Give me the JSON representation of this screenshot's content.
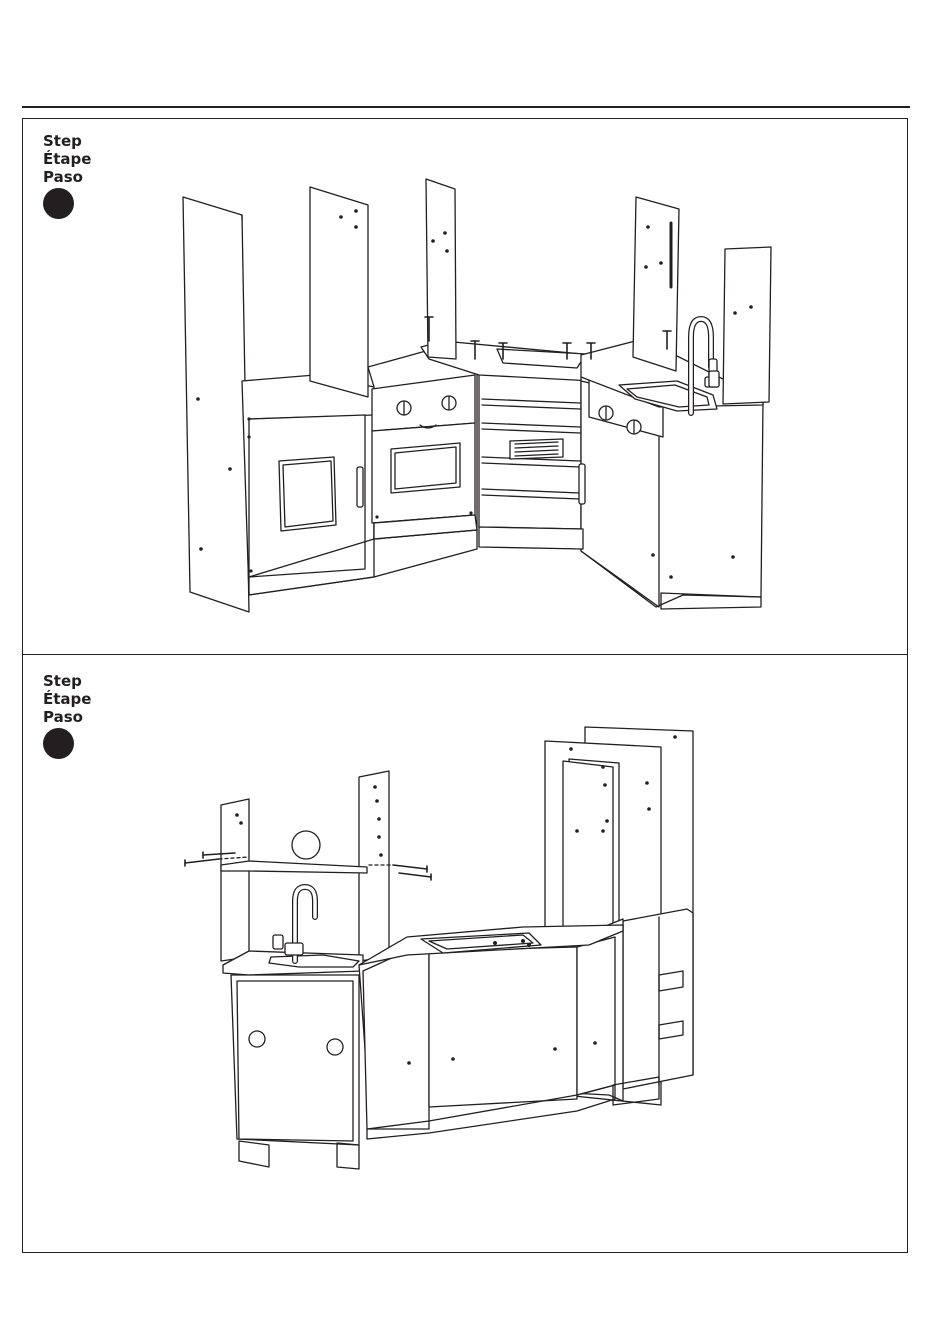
{
  "steps": [
    {
      "label_en": "Step",
      "label_fr": "Étape",
      "label_es": "Paso"
    },
    {
      "label_en": "Step",
      "label_fr": "Étape",
      "label_es": "Paso"
    }
  ],
  "colors": {
    "ink": "#231f20",
    "paper": "#ffffff"
  },
  "icons": [
    "screw-icon",
    "step-number-badge"
  ]
}
